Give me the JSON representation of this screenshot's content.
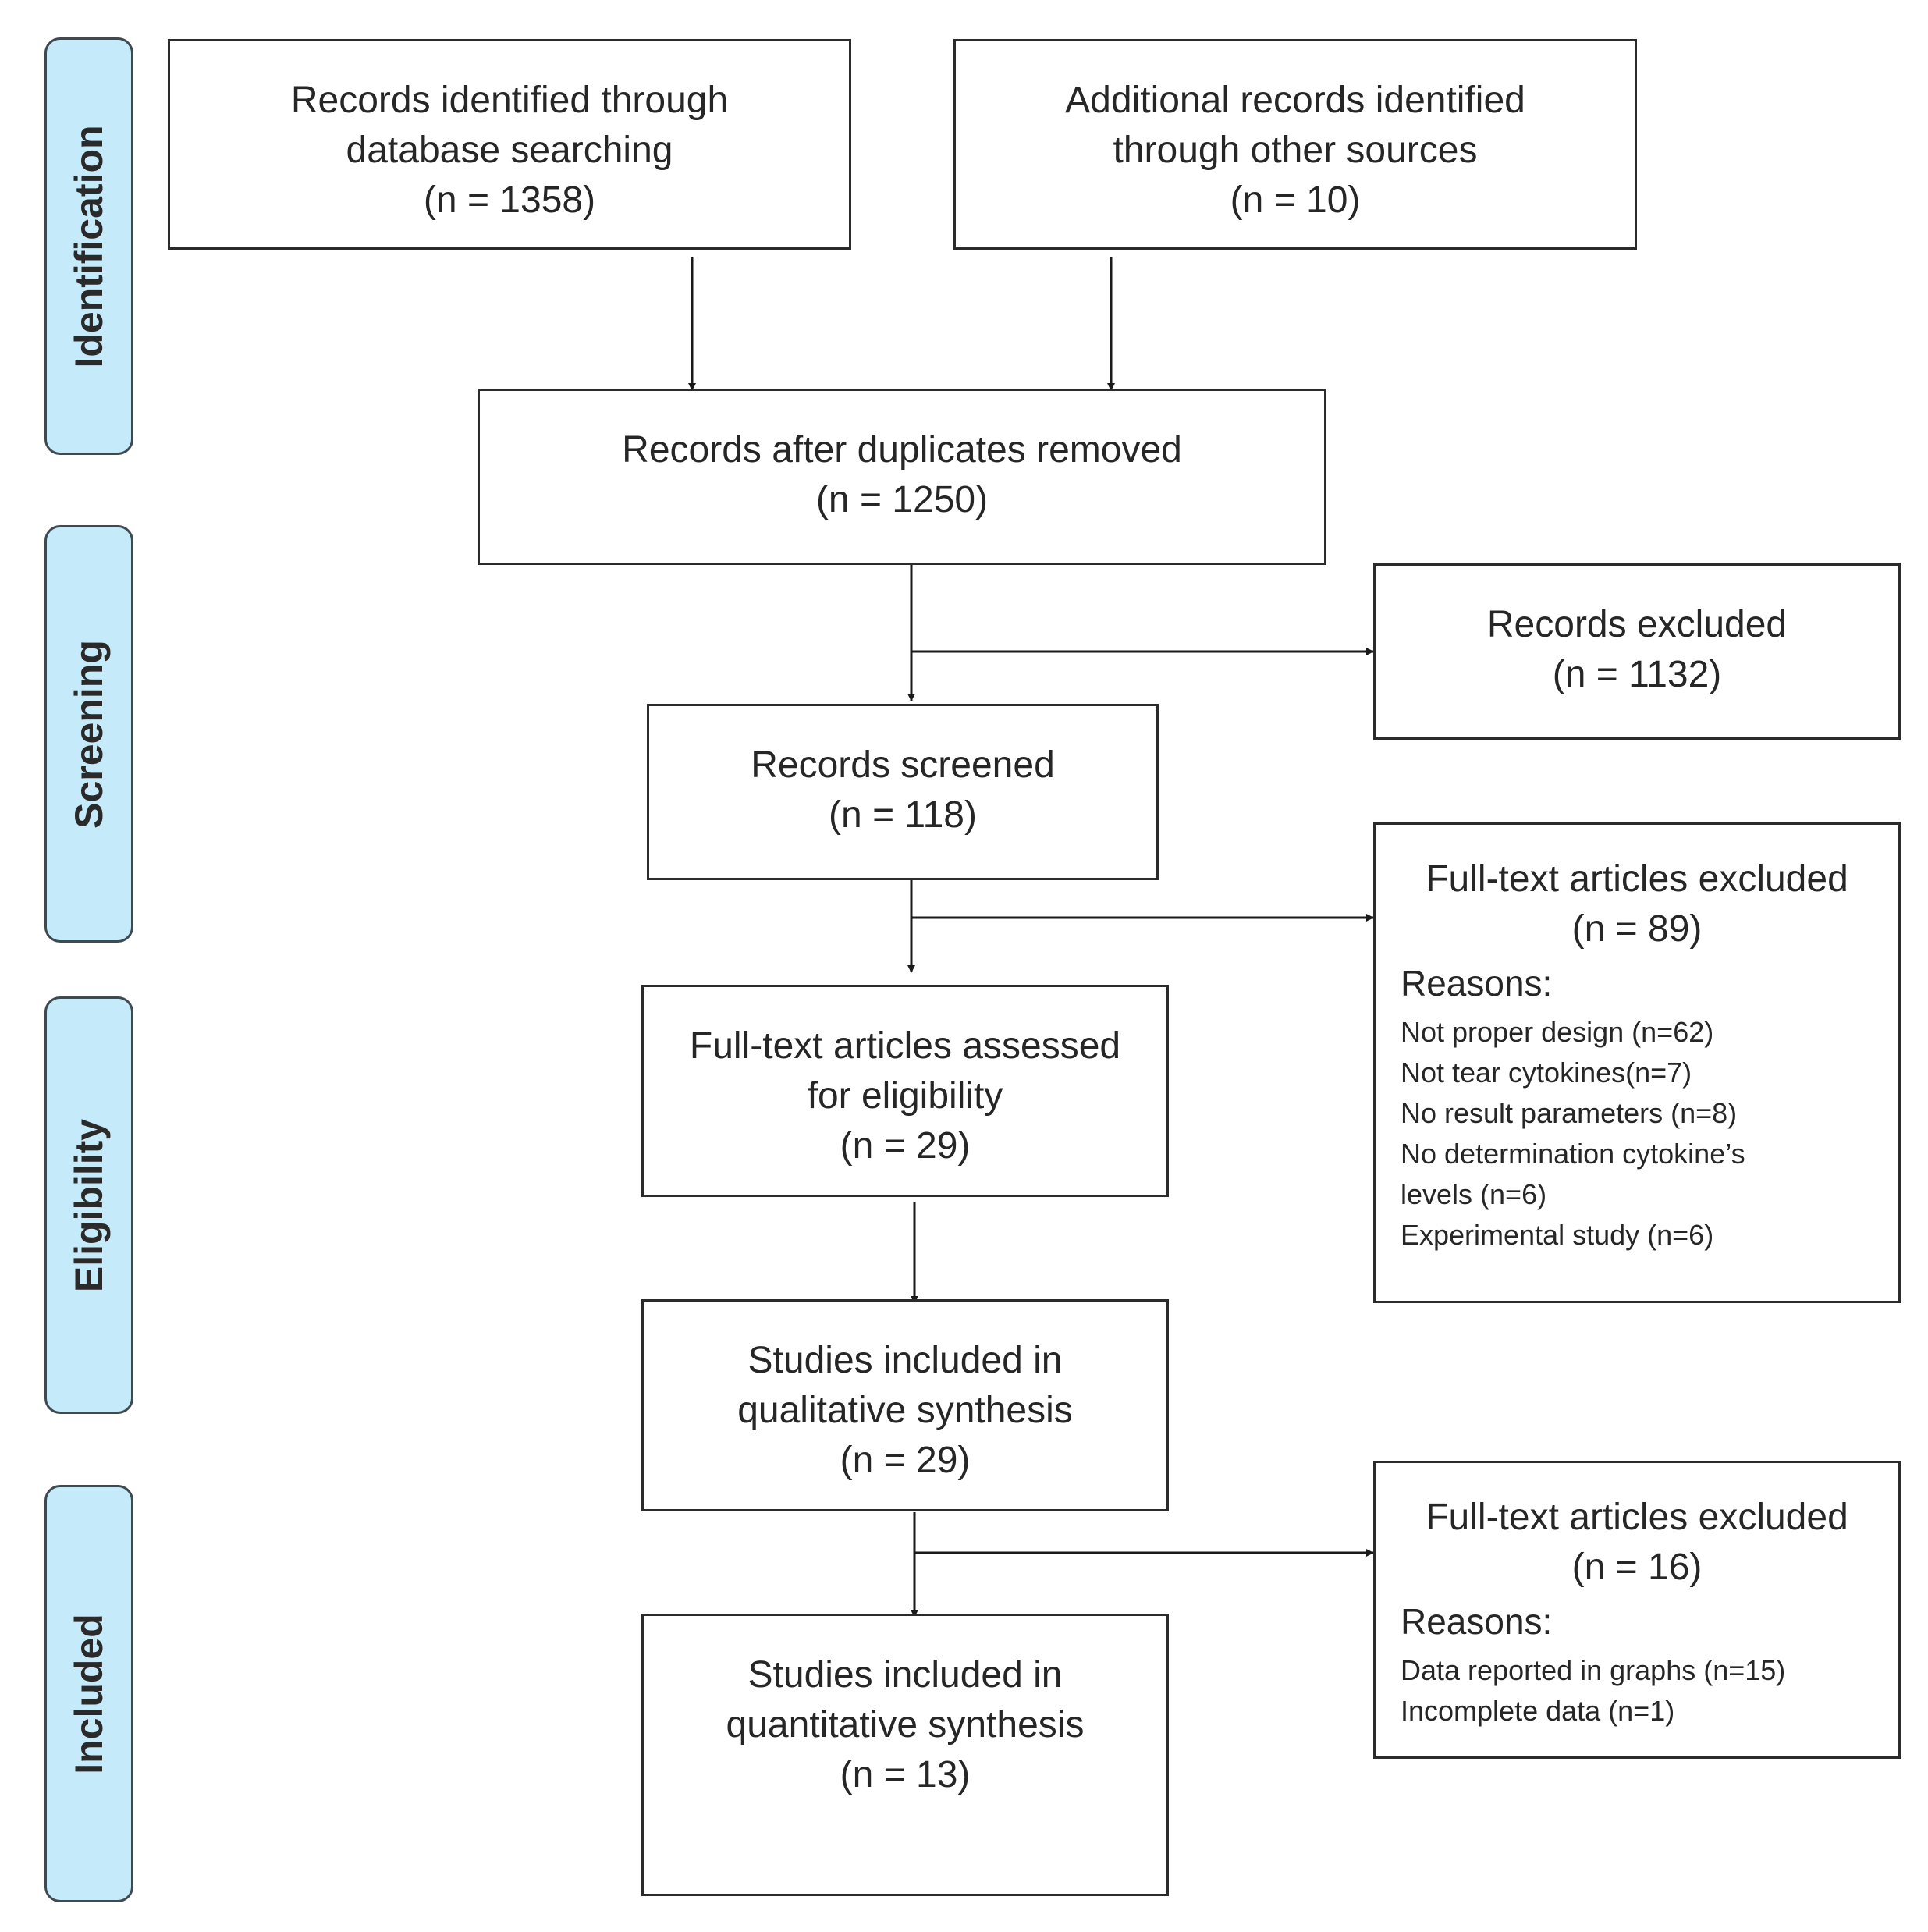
{
  "phases": {
    "identification": "Identification",
    "screening": "Screening",
    "eligibility": "Eligibility",
    "included": "Included"
  },
  "boxes": {
    "database": {
      "line1": "Records identified through",
      "line2": "database searching",
      "count": "(n = 1358)"
    },
    "other": {
      "line1": "Additional records identified",
      "line2": "through other sources",
      "count": "(n = 10)"
    },
    "duplicates": {
      "line1": "Records after duplicates removed",
      "count": "(n = 1250)"
    },
    "excluded": {
      "line1": "Records excluded",
      "count": "(n =  1132)"
    },
    "screened": {
      "line1": "Records screened",
      "count": "(n = 118)"
    },
    "fulltext_excluded_1": {
      "line1": "Full-text articles excluded",
      "count": "(n =  89)",
      "reasons_label": "Reasons:",
      "reasons": [
        "Not proper design (n=62)",
        "Not tear cytokines(n=7)",
        "No result parameters (n=8)",
        "No determination cytokine’s",
        "levels (n=6)",
        "Experimental study (n=6)"
      ]
    },
    "assessed": {
      "line1": "Full-text articles assessed",
      "line2": "for eligibility",
      "count": "(n = 29)"
    },
    "qualitative": {
      "line1": "Studies included in",
      "line2": "qualitative synthesis",
      "count": "(n = 29)"
    },
    "fulltext_excluded_2": {
      "line1": "Full-text articles excluded",
      "count": "(n =  16)",
      "reasons_label": "Reasons:",
      "reasons": [
        "Data reported in graphs (n=15)",
        "Incomplete data (n=1)"
      ]
    },
    "quantitative": {
      "line1": "Studies included in",
      "line2": "quantitative synthesis",
      "count": "(n = 13)"
    }
  }
}
